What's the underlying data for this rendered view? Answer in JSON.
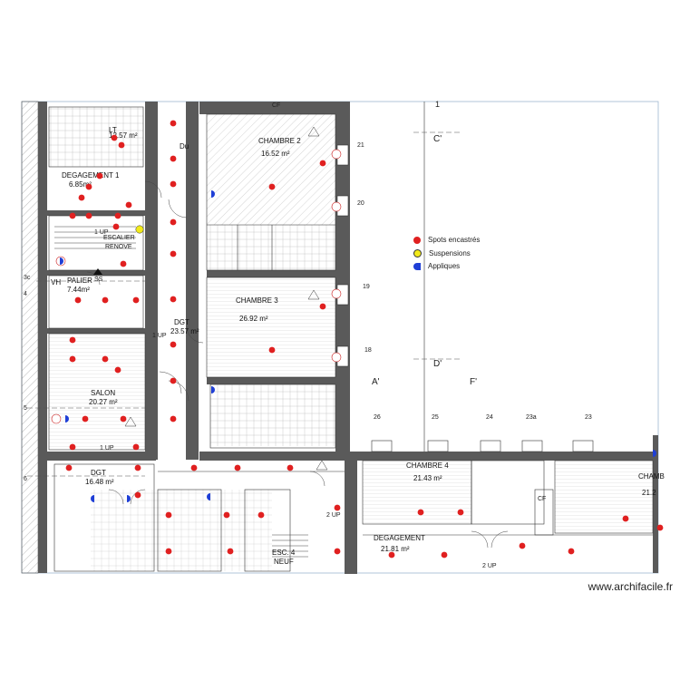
{
  "legend": {
    "spots": {
      "label": "Spots encastrés",
      "color": "#e02020"
    },
    "suspensions": {
      "label": "Suspensions",
      "color": "#f2ea1a"
    },
    "appliques": {
      "label": "Appliques",
      "color": "#1f3fd6"
    }
  },
  "watermark": "www.archifacile.fr",
  "colors": {
    "wall": "#5a5a5a",
    "line": "#333333",
    "frame": "#9db8d0",
    "hatch": "#888888"
  },
  "rooms": {
    "chambre2": {
      "name": "CHAMBRE 2",
      "area": "16.52 m²"
    },
    "chambre3": {
      "name": "CHAMBRE 3",
      "area": "26.92 m²"
    },
    "chambre4": {
      "name": "CHAMBRE 4",
      "area": "21.43 m²"
    },
    "chambre5": {
      "name": "CHAMB",
      "area": "21.2"
    },
    "degagement1": {
      "name": "DEGAGEMENT 1",
      "area": "6.85m²"
    },
    "degagement2": {
      "name": "DEGAGEMENT",
      "area": "21.81 m²"
    },
    "escalier": {
      "name": "ESCALIER",
      "sub": "RENOVE"
    },
    "palier": {
      "name": "PALIER",
      "area": "7.44m²"
    },
    "salon": {
      "name": "SALON",
      "area": "20.27 m²"
    },
    "dgt_center": {
      "name": "DGT",
      "area": "23.57 m²"
    },
    "dgt_bottom": {
      "name": "DGT",
      "area": "16.48 m²"
    },
    "esc4": {
      "name": "ESC. 4",
      "sub": "NEUF"
    },
    "lt": {
      "name": "LT",
      "area": "12.57 m²"
    },
    "vh": {
      "name": "VH"
    },
    "du": {
      "name": "Du"
    }
  },
  "marks": {
    "up1": "1 UP",
    "up2": "1 UP",
    "up3": "1 UP",
    "up4": "2 UP",
    "up5": "2 UP",
    "ss": "SS",
    "cf_top": "CF",
    "cf_bottom": "CF",
    "axis1": "1",
    "axisC": "C'",
    "axisD": "D'",
    "axisA": "A'",
    "axisF": "F'",
    "n21": "21",
    "n20": "20",
    "n19": "19",
    "n18": "18",
    "n26": "26",
    "n25": "25",
    "n24": "24",
    "n23a": "23a",
    "n23": "23",
    "n3c": "3c",
    "n4": "4",
    "n5": "5",
    "n6": "6"
  }
}
